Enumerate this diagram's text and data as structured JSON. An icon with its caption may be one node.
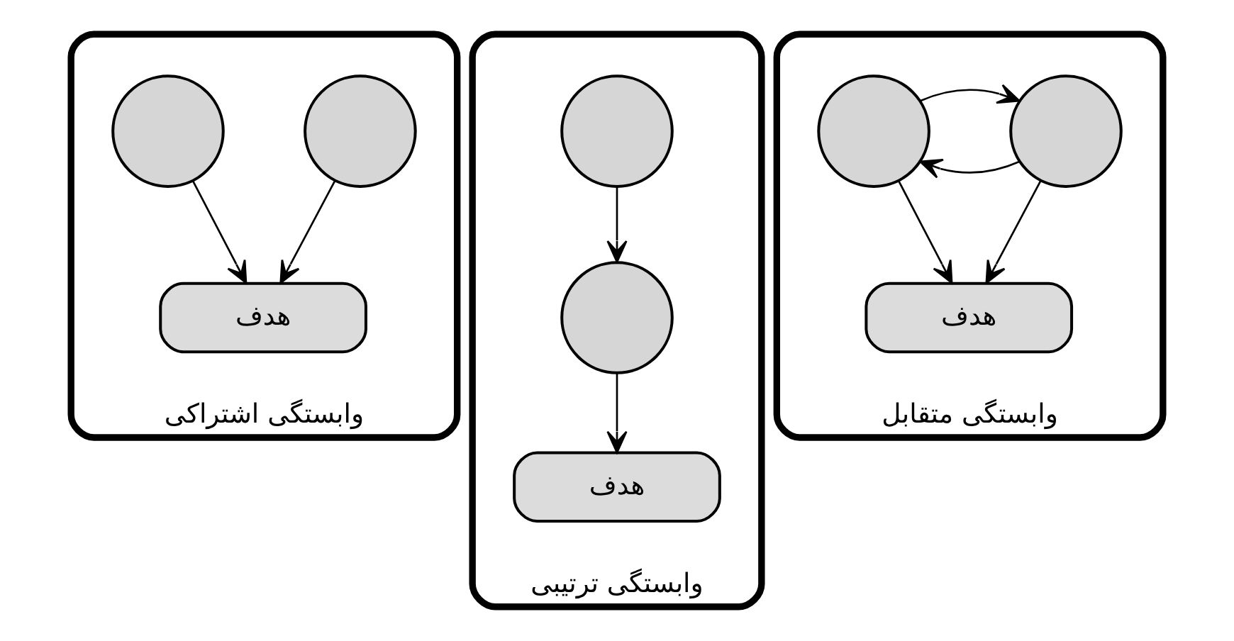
{
  "diagram": {
    "nodes": [
      {
        "text": [
          "وابستگی اشتراکی"
        ]
      },
      {
        "text": [],
        "shape": "circle",
        "in": 0
      },
      {
        "text": [],
        "shape": "circle",
        "in": 0
      },
      {
        "text": [
          "هدف"
        ],
        "in": 0
      },
      {
        "text": [
          "وابستگی ترتیبی"
        ]
      },
      {
        "text": [],
        "shape": "circle",
        "in": 4
      },
      {
        "text": [],
        "shape": "circle",
        "in": 4
      },
      {
        "text": [
          "هدف"
        ],
        "in": 4
      },
      {
        "text": [
          "وابستگی متقابل"
        ]
      },
      {
        "text": [],
        "shape": "circle",
        "in": 8
      },
      {
        "text": [],
        "shape": "circle",
        "in": 8
      },
      {
        "text": [
          "هدف"
        ],
        "in": 8
      }
    ],
    "edges": [
      {
        "from": 1,
        "to": 3,
        "arrow": "to"
      },
      {
        "from": 2,
        "to": 3,
        "arrow": "to"
      },
      {
        "from": 5,
        "to": 6,
        "arrow": "to"
      },
      {
        "from": 6,
        "to": 7,
        "arrow": "to"
      },
      {
        "from": 9,
        "to": 10,
        "arrow": "to"
      },
      {
        "from": 10,
        "to": 9,
        "arrow": "to"
      },
      {
        "from": 9,
        "to": 11,
        "arrow": "to"
      },
      {
        "from": 10,
        "to": 11,
        "arrow": "to"
      }
    ]
  }
}
